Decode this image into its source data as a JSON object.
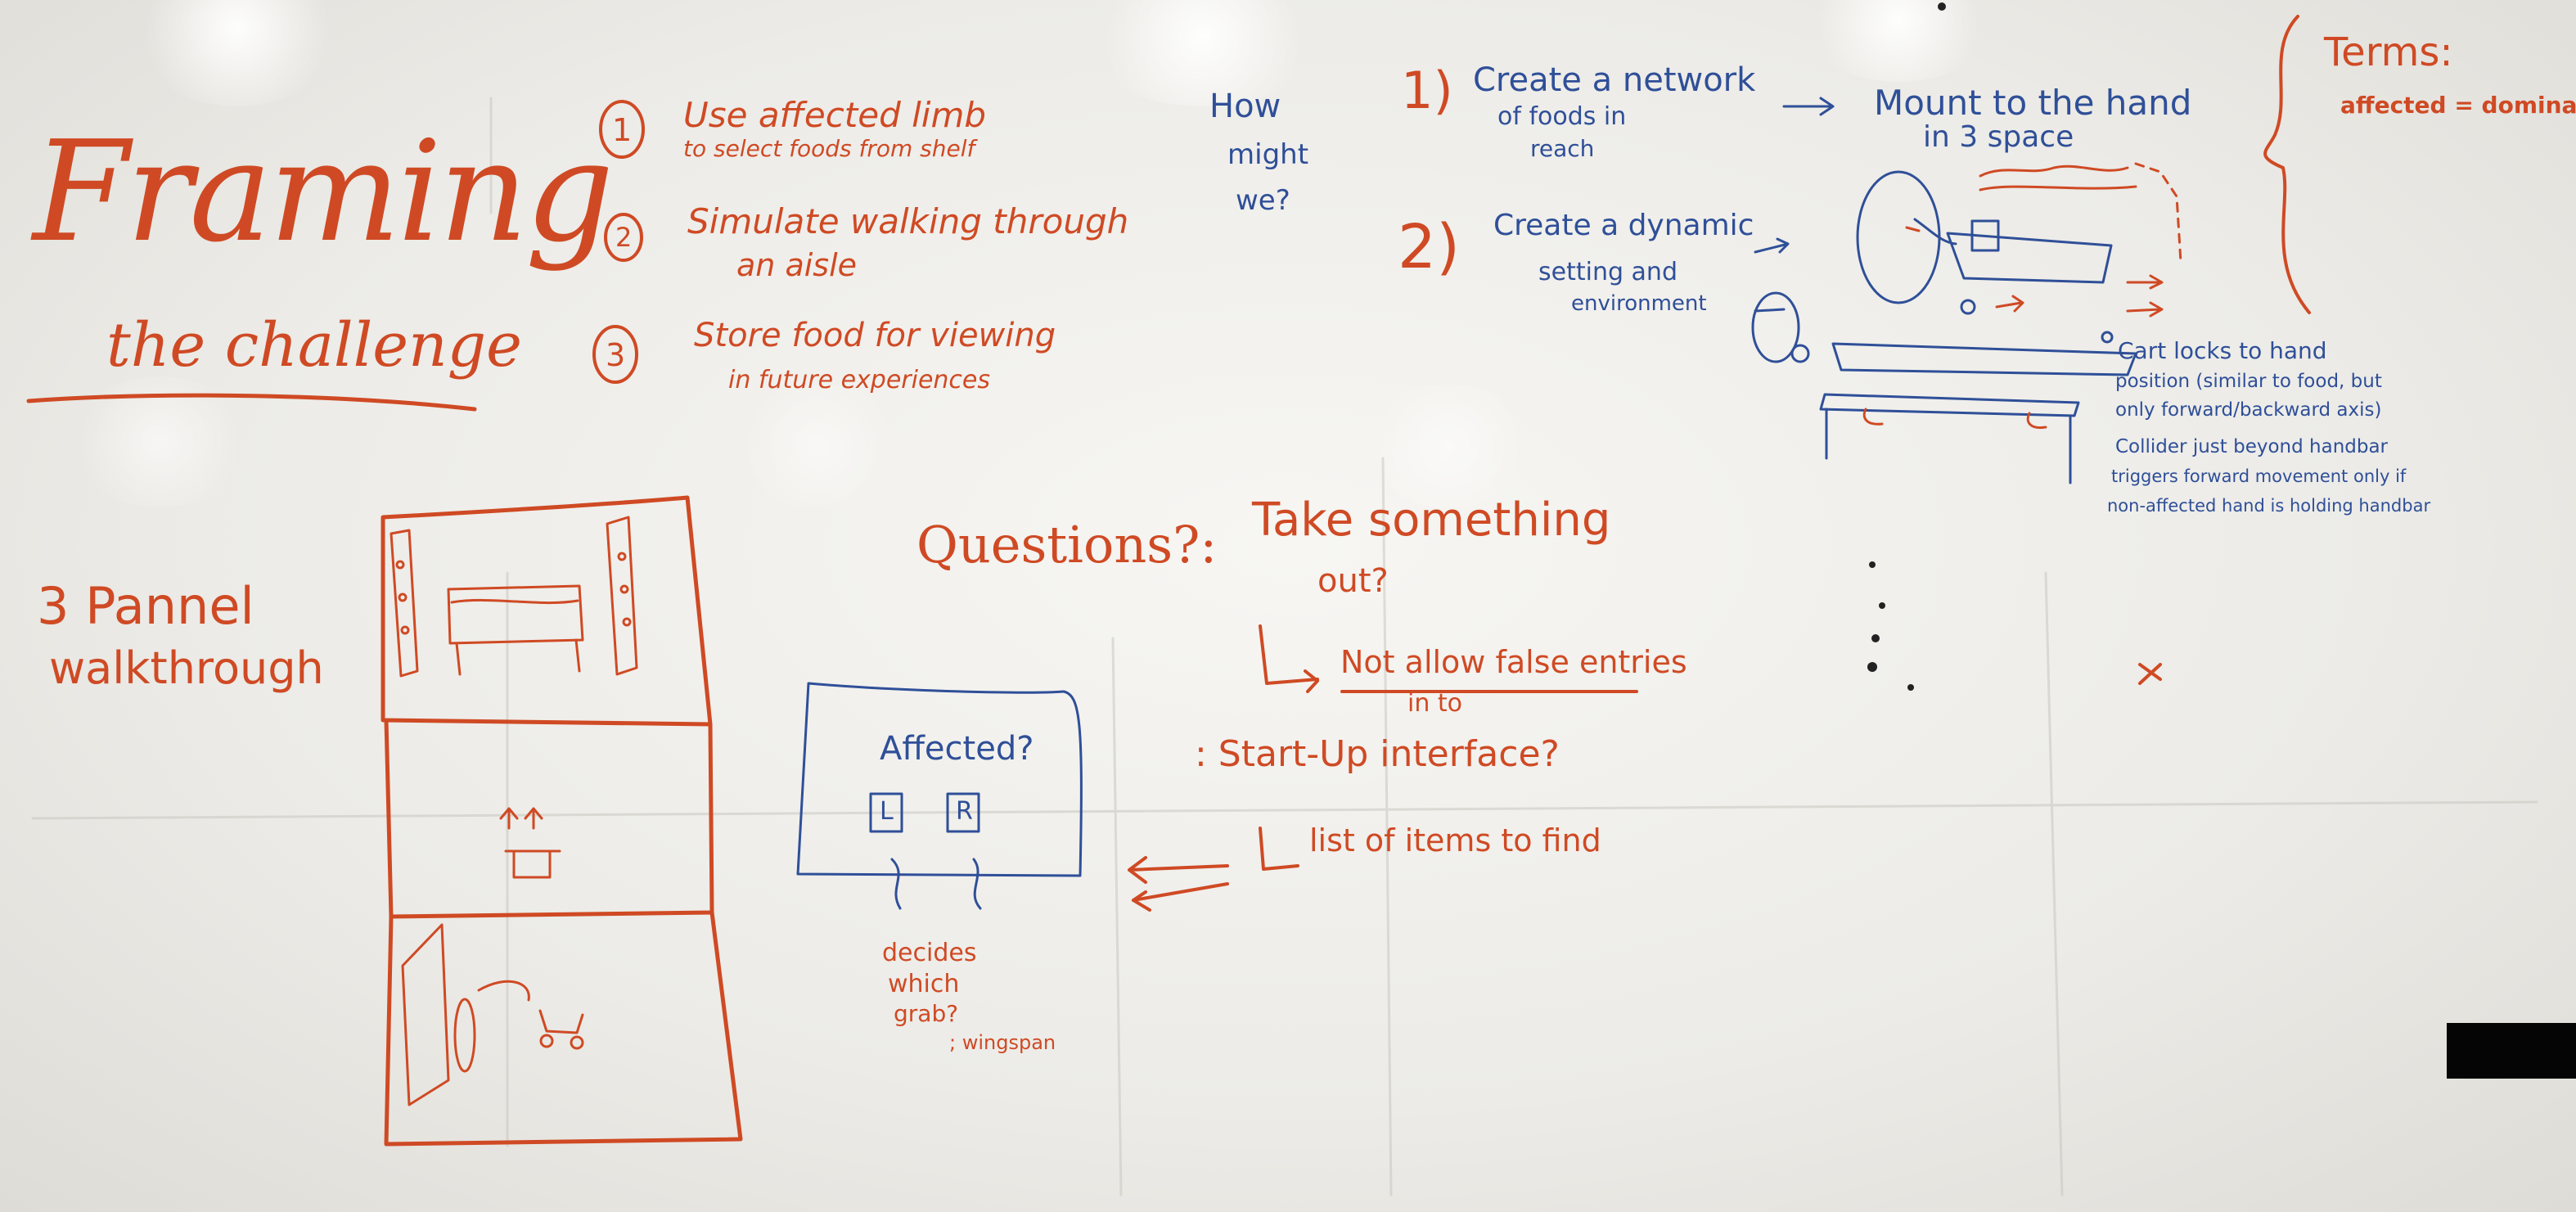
{
  "colors": {
    "red_marker": "#cf4a24",
    "blue_marker": "#2f4f98",
    "board": "#f3f2ee"
  },
  "framing": {
    "line1": "Framing",
    "line2": "the challenge"
  },
  "steps": {
    "s1": {
      "num": "1",
      "line1": "Use affected limb",
      "line2": "to select foods from shelf"
    },
    "s2": {
      "num": "2",
      "line1": "Simulate walking through",
      "line2": "an aisle"
    },
    "s3": {
      "num": "3",
      "line1": "Store food for viewing",
      "line2": "in future experiences"
    }
  },
  "how": {
    "line1": "How",
    "line2": "might",
    "line3": "we?"
  },
  "ideas": {
    "i1": {
      "num": "1)",
      "line1": "Create a network",
      "line2": "of foods in",
      "line3": "reach"
    },
    "i2": {
      "num": "2)",
      "line1": "Create a dynamic",
      "line2": "setting and",
      "line3": "environment"
    }
  },
  "mount": {
    "line1": "Mount to the hand",
    "line2": "in 3 space"
  },
  "terms": {
    "title": "Terms:",
    "line1": "affected = dominant"
  },
  "cart": {
    "line1": "Cart locks to hand",
    "line2": "position (similar to food, but",
    "line3": "only forward/backward axis)",
    "line4": "Collider just beyond handbar",
    "line5": "triggers forward movement only if",
    "line6": "non-affected hand is holding handbar"
  },
  "panel": {
    "line1": "3 Pannel",
    "line2": "walkthrough"
  },
  "questions": {
    "q_label": "Questions?:",
    "q1_line1": "Take something",
    "q1_line2": "out?",
    "q1_answer": "Not allow false entries",
    "q1_answer2": "in to",
    "q2": ": Start-Up interface?",
    "q2_answer": "list of items to find"
  },
  "affected": {
    "title": "Affected?",
    "left": "L",
    "right": "R",
    "note1": "decides",
    "note2": "which",
    "note3": "grab?",
    "note4": "; wingspan"
  },
  "marks": {
    "x": "x"
  }
}
